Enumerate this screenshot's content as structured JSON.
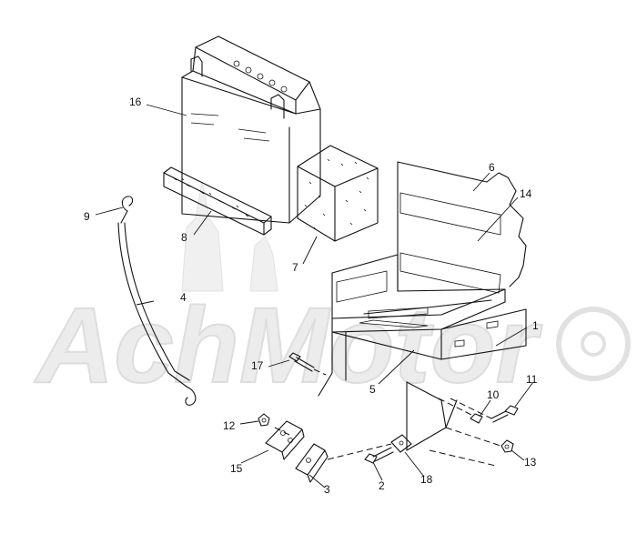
{
  "watermark": {
    "text": "AchMotor"
  },
  "callouts": {
    "c1": "1",
    "c2": "2",
    "c3": "3",
    "c4": "4",
    "c5": "5",
    "c6": "6",
    "c7": "7",
    "c8": "8",
    "c9": "9",
    "c10": "10",
    "c11": "11",
    "c12": "12",
    "c13": "13",
    "c14": "14",
    "c15": "15",
    "c16": "16",
    "c17": "17",
    "c18": "18"
  }
}
